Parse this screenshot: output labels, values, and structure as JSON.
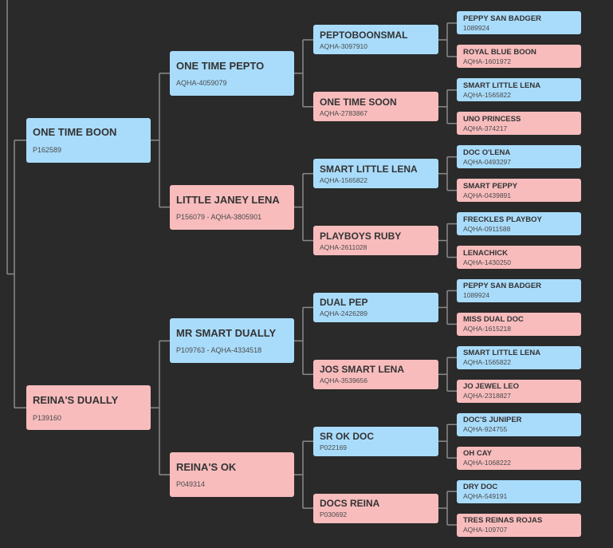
{
  "colors": {
    "background": "#2a2a2a",
    "male": "#a9dcfb",
    "female": "#f8bcbd",
    "connector": "#8a8a8a"
  },
  "pedigree": {
    "sire": {
      "name": "ONE TIME BOON",
      "reg": "P162589",
      "sex": "male",
      "sire": {
        "name": "ONE TIME PEPTO",
        "reg": "AQHA-4059079",
        "sex": "male",
        "sire": {
          "name": "PEPTOBOONSMAL",
          "reg": "AQHA-3097910",
          "sex": "male",
          "sire": {
            "name": "PEPPY SAN BADGER",
            "reg": "1089924",
            "sex": "male"
          },
          "dam": {
            "name": "ROYAL BLUE BOON",
            "reg": "AQHA-1601972",
            "sex": "female"
          }
        },
        "dam": {
          "name": "ONE TIME SOON",
          "reg": "AQHA-2783867",
          "sex": "female",
          "sire": {
            "name": "SMART LITTLE LENA",
            "reg": "AQHA-1565822",
            "sex": "male"
          },
          "dam": {
            "name": "UNO PRINCESS",
            "reg": "AQHA-374217",
            "sex": "female"
          }
        }
      },
      "dam": {
        "name": "LITTLE JANEY LENA",
        "reg": "P156079 - AQHA-3805901",
        "sex": "female",
        "sire": {
          "name": "SMART LITTLE LENA",
          "reg": "AQHA-1565822",
          "sex": "male",
          "sire": {
            "name": "DOC O'LENA",
            "reg": "AQHA-0493297",
            "sex": "male"
          },
          "dam": {
            "name": "SMART PEPPY",
            "reg": "AQHA-0439891",
            "sex": "female"
          }
        },
        "dam": {
          "name": "PLAYBOYS RUBY",
          "reg": "AQHA-2611028",
          "sex": "female",
          "sire": {
            "name": "FRECKLES PLAYBOY",
            "reg": "AQHA-0911588",
            "sex": "male"
          },
          "dam": {
            "name": "LENACHICK",
            "reg": "AQHA-1430250",
            "sex": "female"
          }
        }
      }
    },
    "dam": {
      "name": "REINA'S DUALLY",
      "reg": "P139160",
      "sex": "female",
      "sire": {
        "name": "MR SMART DUALLY",
        "reg": "P109763 - AQHA-4334518",
        "sex": "male",
        "sire": {
          "name": "DUAL PEP",
          "reg": "AQHA-2426289",
          "sex": "male",
          "sire": {
            "name": "PEPPY SAN BADGER",
            "reg": "1089924",
            "sex": "male"
          },
          "dam": {
            "name": "MISS DUAL DOC",
            "reg": "AQHA-1615218",
            "sex": "female"
          }
        },
        "dam": {
          "name": "JOS SMART LENA",
          "reg": "AQHA-3539656",
          "sex": "female",
          "sire": {
            "name": "SMART LITTLE LENA",
            "reg": "AQHA-1565822",
            "sex": "male"
          },
          "dam": {
            "name": "JO JEWEL LEO",
            "reg": "AQHA-2318827",
            "sex": "female"
          }
        }
      },
      "dam": {
        "name": "REINA'S OK",
        "reg": "P049314",
        "sex": "female",
        "sire": {
          "name": "SR OK DOC",
          "reg": "P022169",
          "sex": "male",
          "sire": {
            "name": "DOC'S JUNIPER",
            "reg": "AQHA-924755",
            "sex": "male"
          },
          "dam": {
            "name": "OH CAY",
            "reg": "AQHA-1068222",
            "sex": "female"
          }
        },
        "dam": {
          "name": "DOCS REINA",
          "reg": "P030692",
          "sex": "female",
          "sire": {
            "name": "DRY DOC",
            "reg": "AQHA-549191",
            "sex": "male"
          },
          "dam": {
            "name": "TRES REINAS ROJAS",
            "reg": "AQHA-109707",
            "sex": "female"
          }
        }
      }
    }
  }
}
